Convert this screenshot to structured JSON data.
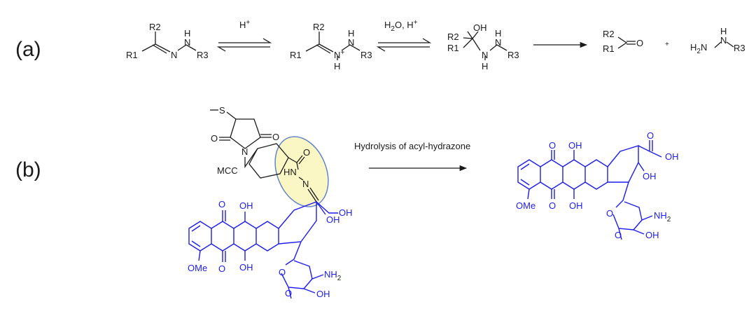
{
  "panel_a": {
    "label": "(a)",
    "hydrazone": {
      "r2": "R2",
      "r1": "R1",
      "n": "N",
      "nh_n": "N",
      "nh_h": "H",
      "r3": "R3"
    },
    "arrow1_label": "H",
    "arrow1_sup": "+",
    "protonated": {
      "r2": "R2",
      "r1": "R1",
      "n_plus": "N",
      "plus": "+",
      "nh_n": "N",
      "nh_h": "H",
      "n_h": "H",
      "r3": "R3"
    },
    "arrow2_label": "H",
    "arrow2_sub": "2",
    "arrow2_rest": "O, H",
    "arrow2_sup": "+",
    "carbinolamine": {
      "oh": "OH",
      "r2": "R2",
      "r1": "R1",
      "n": "N",
      "nh_n": "N",
      "nh_h": "H",
      "n_h": "H",
      "r3": "R3"
    },
    "ketone": {
      "r2": "R2",
      "r1": "R1",
      "o": "O"
    },
    "plus_sign": "+",
    "hydrazine": {
      "h2n": "H",
      "h2n_sub": "2",
      "h2n_n": "N",
      "nh_n": "N",
      "nh_h": "H",
      "r3": "R3"
    }
  },
  "panel_b": {
    "label": "(b)",
    "thioether": "S",
    "imide_o1": "O",
    "imide_o2": "O",
    "imide_n": "N",
    "linker_label": "MCC",
    "amide_o": "O",
    "hydrazone_nh": "HN",
    "hydrazone_n": "N",
    "arrow_label": "Hydrolysis of acyl-hydrazone",
    "conjugate_drug": {
      "q_o_top": "O",
      "oh_top": "OH",
      "oh_c9": "OH",
      "oh_side": "OH",
      "q_o_bottom": "O",
      "ome": "OMe",
      "oh_bottom": "OH",
      "o_glyc": "O",
      "nh2": "NH",
      "nh2_sub": "2",
      "o_ring": "O",
      "oh_sugar": "OH"
    },
    "product_drug": {
      "q_o_top": "O",
      "oh_top": "OH",
      "keto_o": "O",
      "oh_c9": "OH",
      "oh_side": "OH",
      "q_o_bottom": "O",
      "ome": "OMe",
      "oh_bottom": "OH",
      "o_glyc": "O",
      "nh2": "NH",
      "nh2_sub": "2",
      "o_ring": "O",
      "oh_sugar": "OH"
    }
  },
  "colors": {
    "ink": "#1a1a1a",
    "drug": "#1c1cf0",
    "highlight_fill": "#fbf7c4",
    "highlight_stroke": "#5a7ec8"
  }
}
